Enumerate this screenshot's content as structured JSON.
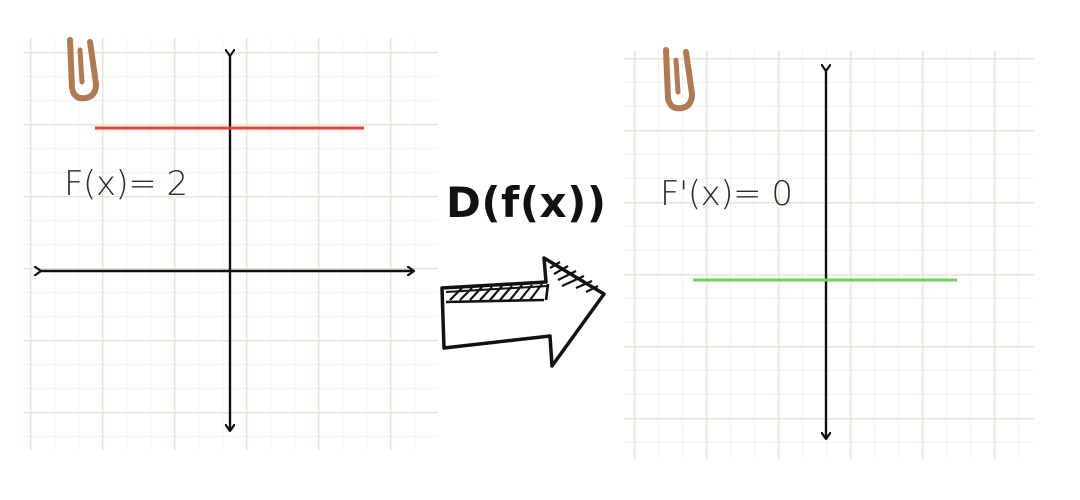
{
  "left_graph": {
    "function_label": "F(x)= 2",
    "line_color": "#f0403c",
    "constant_value": 2
  },
  "transform": {
    "operator_label": "D(f(x))",
    "arrow_icon": "hand-drawn-right-arrow-icon"
  },
  "right_graph": {
    "function_label": "F'(x)= 0",
    "line_color": "#6fd25a",
    "constant_value": 0
  },
  "decorations": {
    "paper_clip_icon": "paper-clip-icon",
    "paper_clip_color": "#b07a55",
    "grid_color": "#ece3d6"
  }
}
